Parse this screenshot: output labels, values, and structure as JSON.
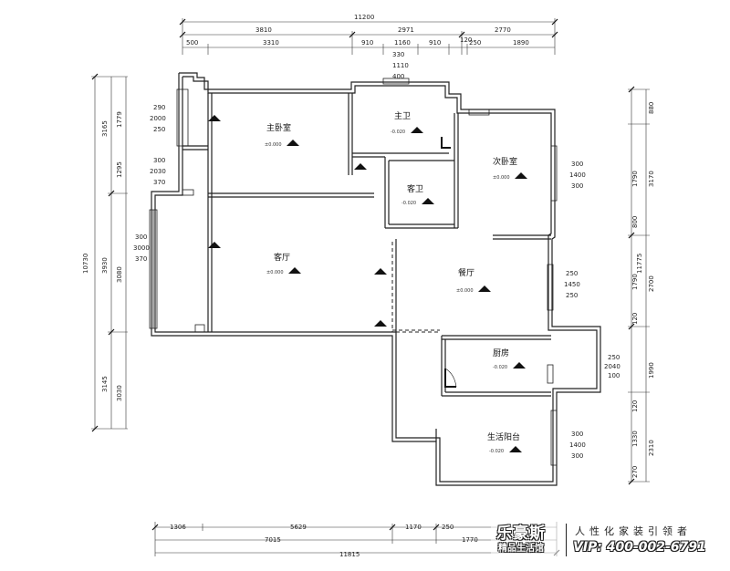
{
  "rooms": {
    "master_bedroom": "主卧室",
    "master_bath": "主卫",
    "guest_bath": "客卫",
    "second_bedroom": "次卧室",
    "living_room": "客厅",
    "dining_room": "餐厅",
    "kitchen": "厨房",
    "balcony": "生活阳台"
  },
  "levels": {
    "master_bedroom": "±0.000",
    "master_bath": "-0.020",
    "guest_bath": "-0.020",
    "second_bedroom": "±0.000",
    "living_room": "±0.000",
    "dining_room": "±0.000",
    "kitchen": "-0.020",
    "balcony": "-0.020"
  },
  "dimensions": {
    "top_total": "11200",
    "top_row2": [
      "3810",
      "2971",
      "2770"
    ],
    "top_row3": [
      "500",
      "3310",
      "910",
      "1160",
      "910",
      "250",
      "1890"
    ],
    "top_small": [
      "120",
      "330",
      "1110",
      "400"
    ],
    "left_outer": [
      "10730"
    ],
    "left_row": [
      "3165",
      "3930",
      "3145"
    ],
    "left_inner": [
      "1779",
      "1295",
      "3080",
      "3030"
    ],
    "left_window": [
      "290",
      "2000",
      "250",
      "300",
      "2030",
      "370",
      "300",
      "3000",
      "370"
    ],
    "right_outer": [
      "11775"
    ],
    "right_row": [
      "880",
      "3170",
      "2700",
      "1990",
      "2310"
    ],
    "right_inner": [
      "1790",
      "800",
      "1790",
      "120",
      "120",
      "1330",
      "270"
    ],
    "right_window": [
      "300",
      "1400",
      "300",
      "250",
      "1450",
      "250",
      "250",
      "2040",
      "100",
      "300",
      "1400",
      "300"
    ],
    "bottom_row1": [
      "1306",
      "5629",
      "1170",
      "250"
    ],
    "bottom_row2": [
      "7015",
      "1770"
    ],
    "bottom_total": "11815"
  },
  "brand": {
    "logo": "乐豪斯",
    "subtitle": "精品生活馆",
    "slogan": "人性化家装引领者",
    "vip": "VIP: 400-002-6791"
  }
}
